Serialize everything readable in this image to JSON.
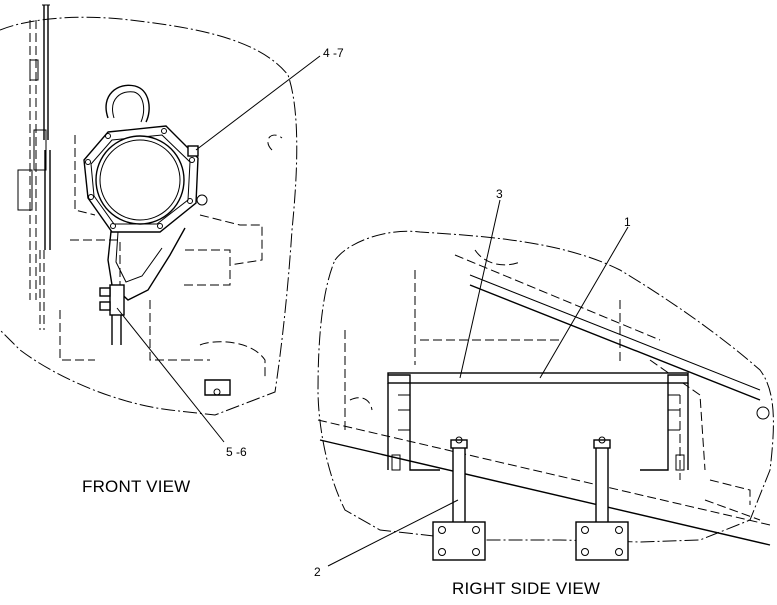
{
  "views": {
    "front": {
      "label": "FRONT VIEW"
    },
    "right_side": {
      "label": "RIGHT SIDE VIEW"
    }
  },
  "callouts": {
    "c4_7": "4 -7",
    "c5_6": "5 -6",
    "c1": "1",
    "c2": "2",
    "c3": "3"
  }
}
